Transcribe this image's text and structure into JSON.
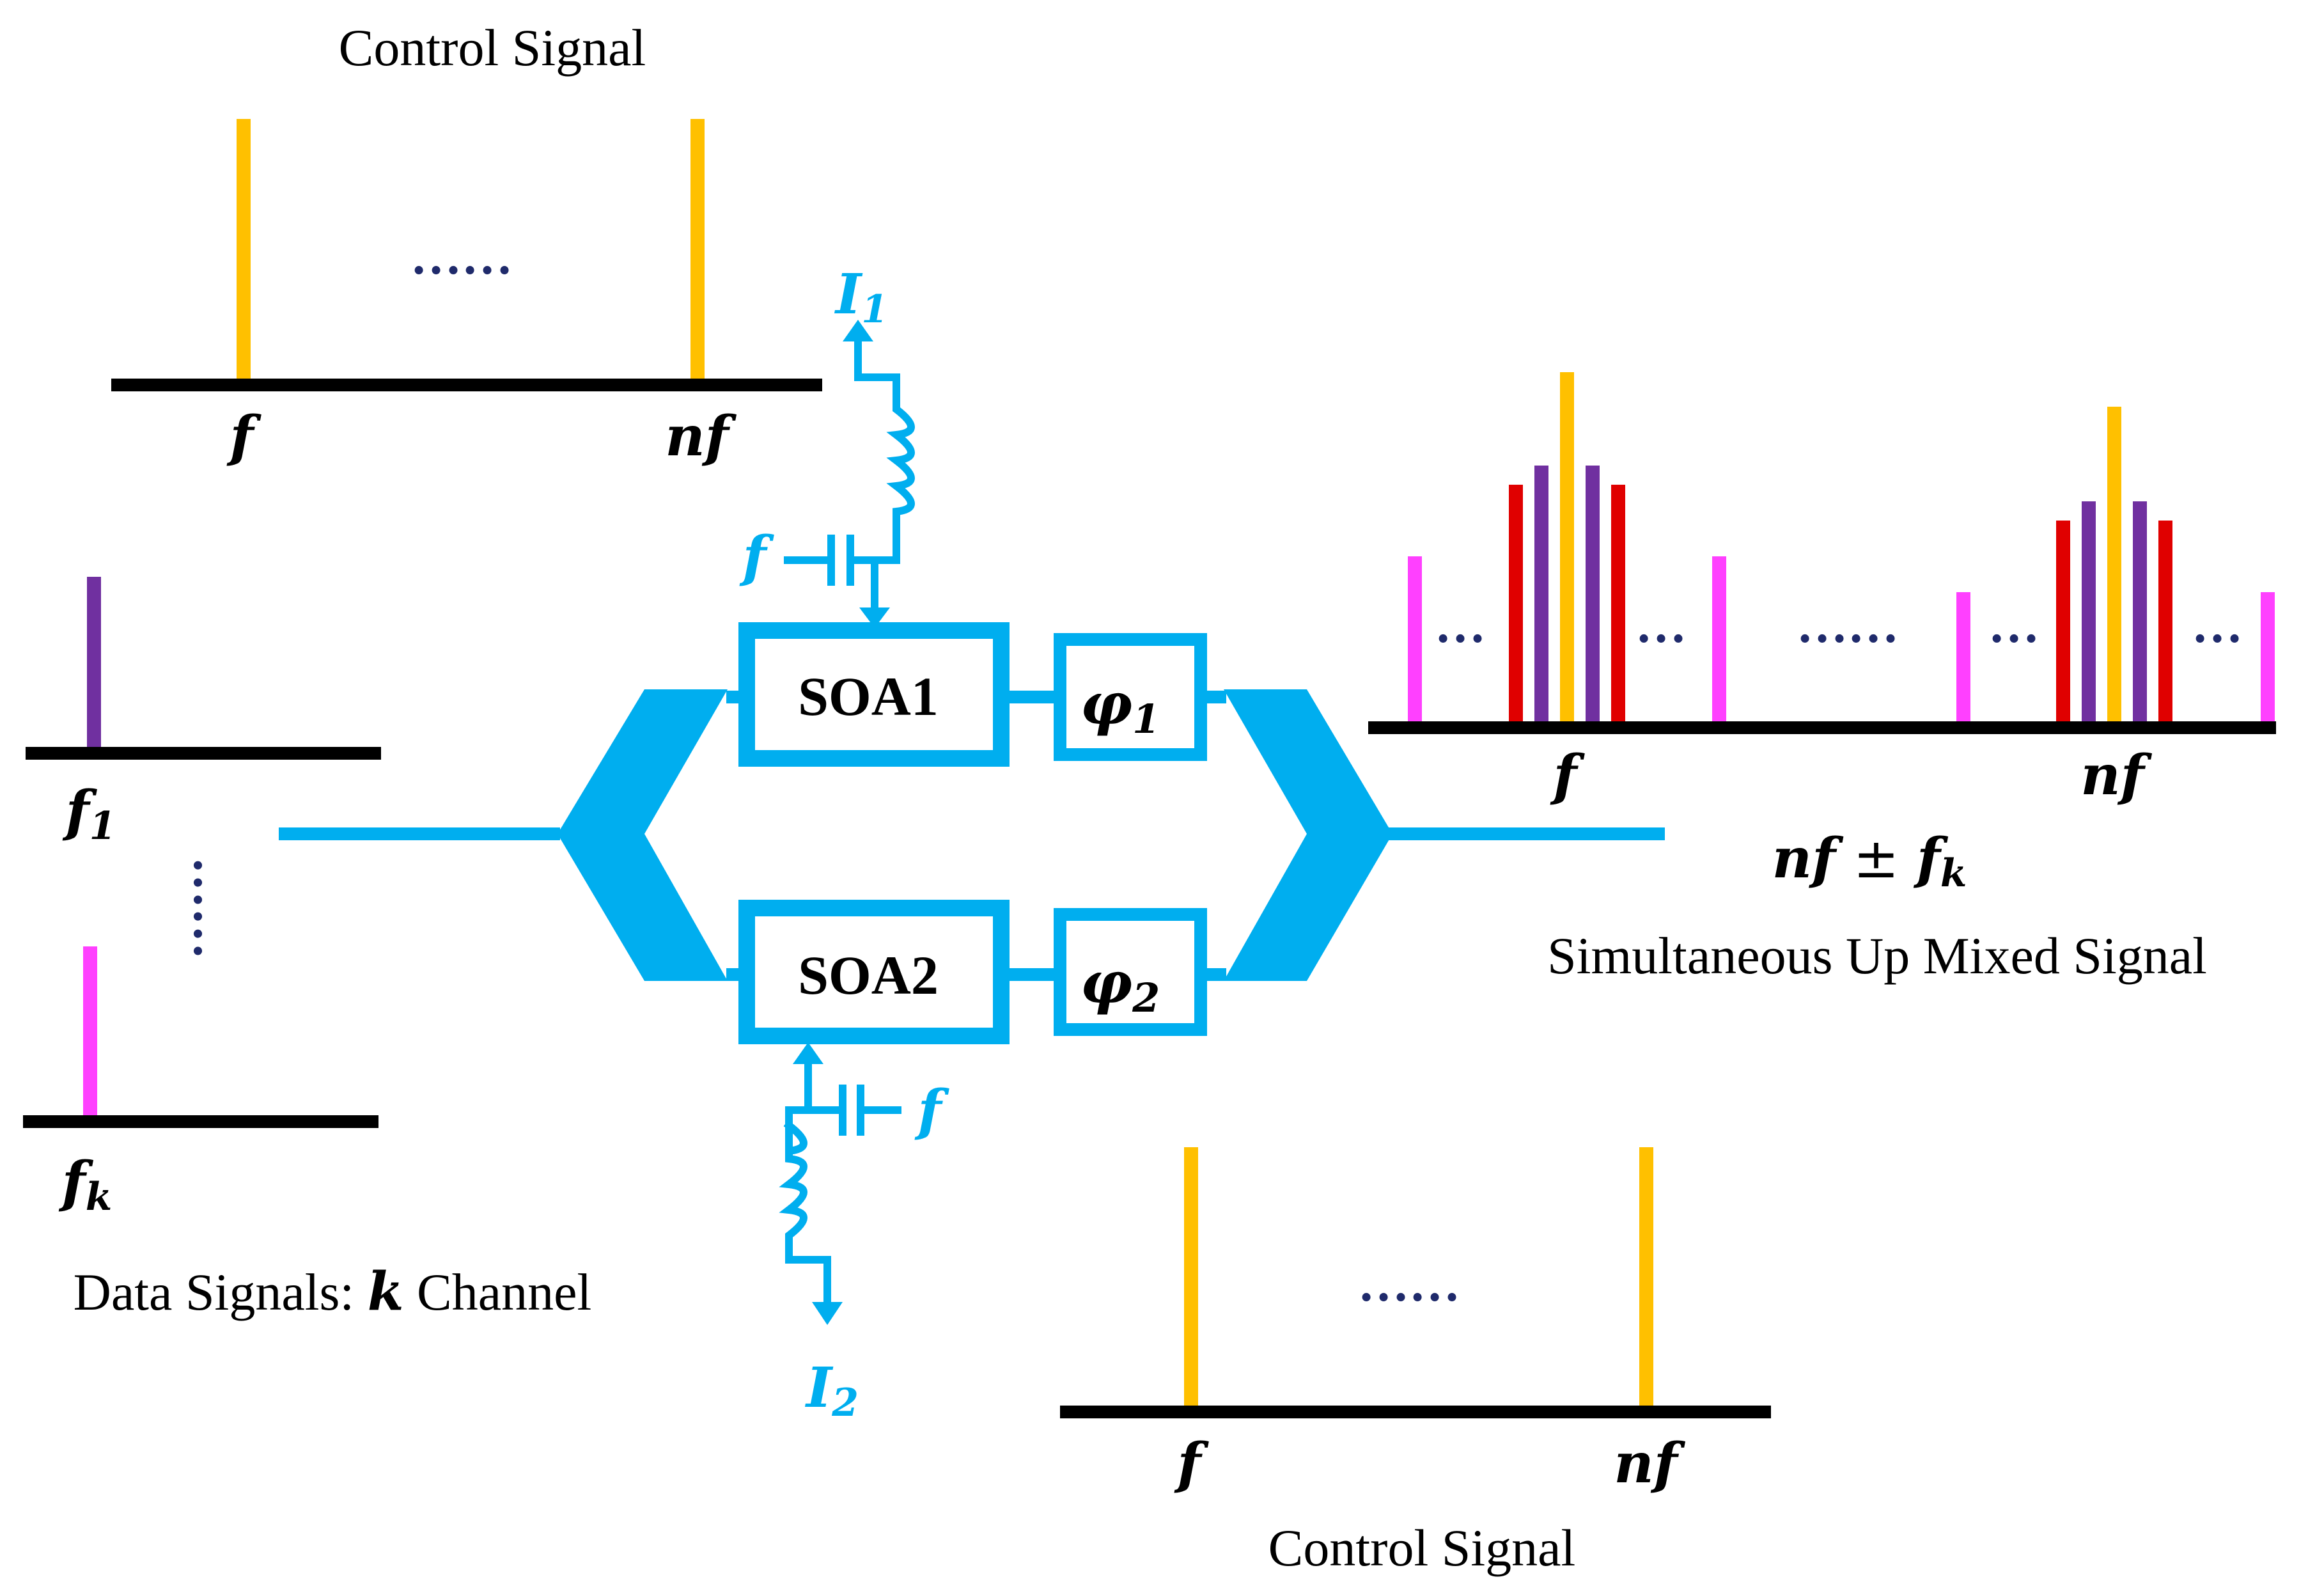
{
  "colors": {
    "device": "#00AEEF",
    "axis": "#000000",
    "control": "#FFC000",
    "ch1": "#7030A0",
    "chk": "#FF40FF",
    "side": "#E00000",
    "ellipsis": "#1F2A6B"
  },
  "control_top": {
    "title": "Control Signal",
    "ellipsis": "……",
    "tick_f": "f",
    "tick_nf": "nf"
  },
  "control_bottom": {
    "title": "Control Signal",
    "ellipsis": "……",
    "tick_f": "f",
    "tick_nf": "nf"
  },
  "data_signals": {
    "caption_prefix": "Data Signals: ",
    "caption_k": "k",
    "caption_suffix": " Channel",
    "label_f1_base": "f",
    "label_f1_sub": "1",
    "label_fk_base": "f",
    "label_fk_sub": "k",
    "ellipsis": "……"
  },
  "device": {
    "soa1": "SOA1",
    "soa2": "SOA2",
    "phi1_base": "φ",
    "phi1_sub": "1",
    "phi2_base": "φ",
    "phi2_sub": "2",
    "bias1_base": "I",
    "bias1_sub": "1",
    "bias2_base": "I",
    "bias2_sub": "2",
    "rf1": "f",
    "rf2": "f"
  },
  "output": {
    "title": "Simultaneous Up Mixed Signal",
    "formula_nf": "nf",
    "formula_pm": " ± ",
    "formula_f": "f",
    "formula_sub": "k",
    "tick_f": "f",
    "tick_nf": "nf",
    "dots_1": "…",
    "dots_2": "…",
    "dots_mid": "……",
    "dots_3": "…",
    "dots_4": "…"
  }
}
